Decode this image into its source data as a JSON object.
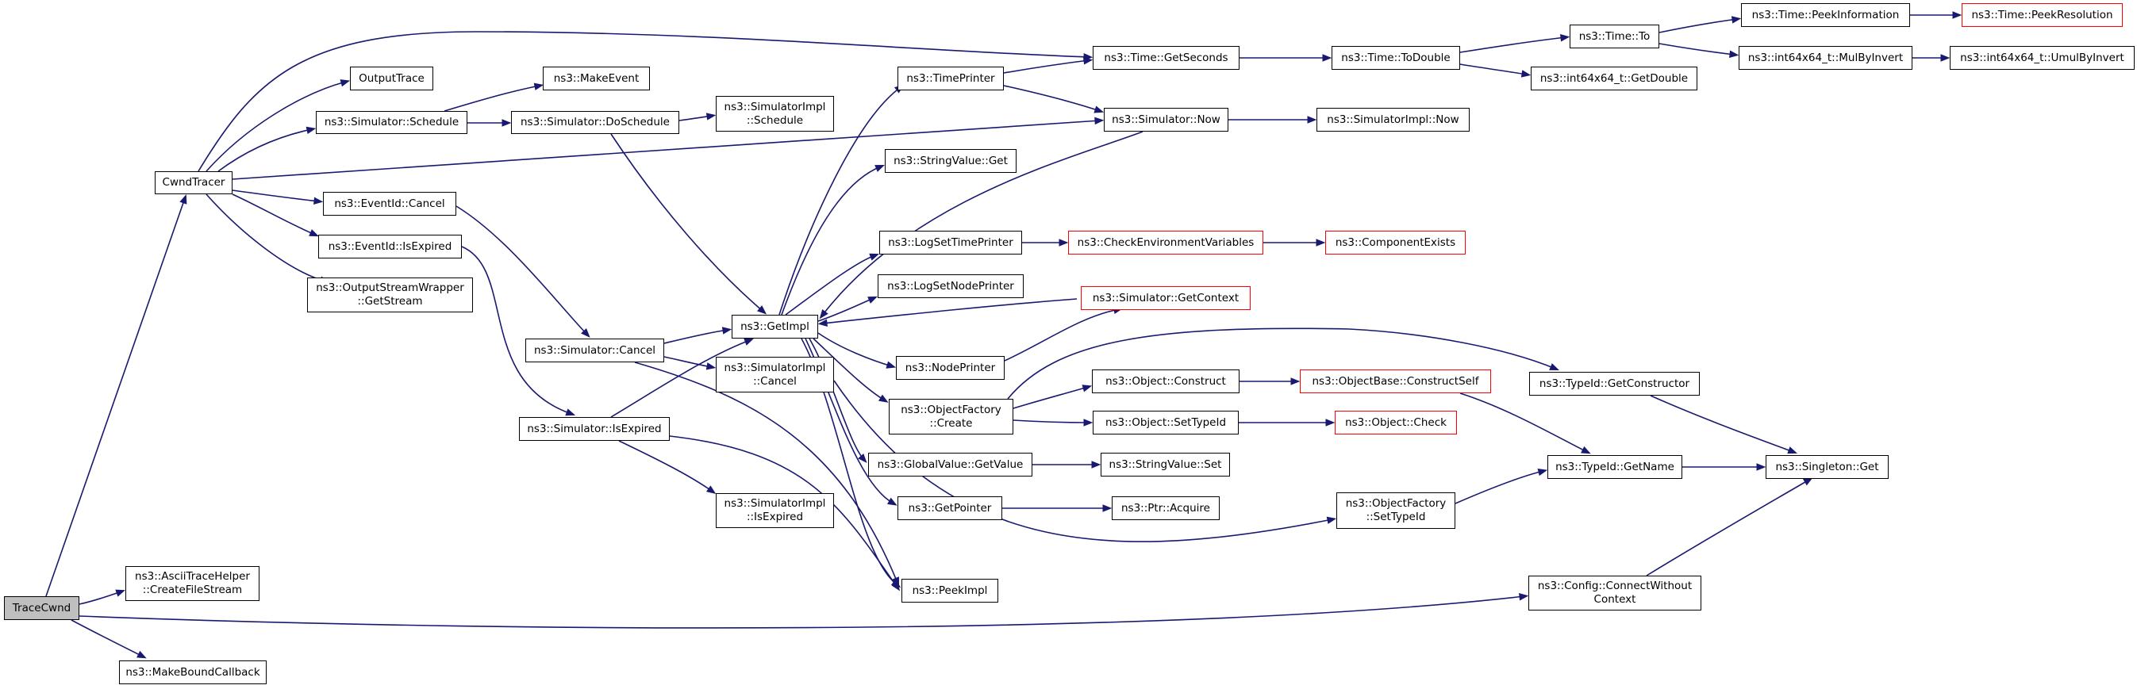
{
  "graph": {
    "edge_color": "#191970",
    "truncated_border_color": "#ff0000",
    "root_fill_color": "#bfbfbf",
    "nodes": [
      {
        "id": "tracecwnd",
        "label": "TraceCwnd"
      },
      {
        "id": "cwndtracer",
        "label": "CwndTracer"
      },
      {
        "id": "ascii",
        "label": "ns3::AsciiTraceHelper\n::CreateFileStream"
      },
      {
        "id": "makebound",
        "label": "ns3::MakeBoundCallback"
      },
      {
        "id": "outputtrace",
        "label": "OutputTrace"
      },
      {
        "id": "schedule",
        "label": "ns3::Simulator::Schedule"
      },
      {
        "id": "eidcancel",
        "label": "ns3::EventId::Cancel"
      },
      {
        "id": "eidexpired",
        "label": "ns3::EventId::IsExpired"
      },
      {
        "id": "osw",
        "label": "ns3::OutputStreamWrapper\n::GetStream"
      },
      {
        "id": "makeevent",
        "label": "ns3::MakeEvent"
      },
      {
        "id": "doschedule",
        "label": "ns3::Simulator::DoSchedule"
      },
      {
        "id": "simcancel",
        "label": "ns3::Simulator::Cancel"
      },
      {
        "id": "simexpired",
        "label": "ns3::Simulator::IsExpired"
      },
      {
        "id": "implschedule",
        "label": "ns3::SimulatorImpl\n::Schedule"
      },
      {
        "id": "getimpl",
        "label": "ns3::GetImpl"
      },
      {
        "id": "implcancel",
        "label": "ns3::SimulatorImpl\n::Cancel"
      },
      {
        "id": "implexpired",
        "label": "ns3::SimulatorImpl\n::IsExpired"
      },
      {
        "id": "timeprinter",
        "label": "ns3::TimePrinter"
      },
      {
        "id": "strget",
        "label": "ns3::StringValue::Get"
      },
      {
        "id": "logsettime",
        "label": "ns3::LogSetTimePrinter"
      },
      {
        "id": "logsetnode",
        "label": "ns3::LogSetNodePrinter"
      },
      {
        "id": "nodeprinter",
        "label": "ns3::NodePrinter"
      },
      {
        "id": "ofcreate",
        "label": "ns3::ObjectFactory\n::Create"
      },
      {
        "id": "gvget",
        "label": "ns3::GlobalValue::GetValue"
      },
      {
        "id": "getpointer",
        "label": "ns3::GetPointer"
      },
      {
        "id": "peekimpl",
        "label": "ns3::PeekImpl"
      },
      {
        "id": "getseconds",
        "label": "ns3::Time::GetSeconds"
      },
      {
        "id": "simnow",
        "label": "ns3::Simulator::Now"
      },
      {
        "id": "checkenv",
        "label": "ns3::CheckEnvironmentVariables",
        "truncated": true
      },
      {
        "id": "getcontext",
        "label": "ns3::Simulator::GetContext",
        "truncated": true
      },
      {
        "id": "objconstruct",
        "label": "ns3::Object::Construct"
      },
      {
        "id": "objsettypeid",
        "label": "ns3::Object::SetTypeId"
      },
      {
        "id": "strset",
        "label": "ns3::StringValue::Set"
      },
      {
        "id": "ptracquire",
        "label": "ns3::Ptr::Acquire"
      },
      {
        "id": "ofsettypeid",
        "label": "ns3::ObjectFactory\n::SetTypeId"
      },
      {
        "id": "todouble",
        "label": "ns3::Time::ToDouble"
      },
      {
        "id": "implnow",
        "label": "ns3::SimulatorImpl::Now"
      },
      {
        "id": "compexists",
        "label": "ns3::ComponentExists",
        "truncated": true
      },
      {
        "id": "constructself",
        "label": "ns3::ObjectBase::ConstructSelf",
        "truncated": true
      },
      {
        "id": "objcheck",
        "label": "ns3::Object::Check",
        "truncated": true
      },
      {
        "id": "timeto",
        "label": "ns3::Time::To"
      },
      {
        "id": "getdouble",
        "label": "ns3::int64x64_t::GetDouble"
      },
      {
        "id": "getconstructor",
        "label": "ns3::TypeId::GetConstructor"
      },
      {
        "id": "getname",
        "label": "ns3::TypeId::GetName"
      },
      {
        "id": "connectwithout",
        "label": "ns3::Config::ConnectWithout\nContext"
      },
      {
        "id": "peekinfo",
        "label": "ns3::Time::PeekInformation"
      },
      {
        "id": "mulbyinvert",
        "label": "ns3::int64x64_t::MulByInvert"
      },
      {
        "id": "singletonget",
        "label": "ns3::Singleton::Get"
      },
      {
        "id": "peekres",
        "label": "ns3::Time::PeekResolution",
        "truncated": true
      },
      {
        "id": "umulbyinvert",
        "label": "ns3::int64x64_t::UmulByInvert"
      }
    ]
  }
}
